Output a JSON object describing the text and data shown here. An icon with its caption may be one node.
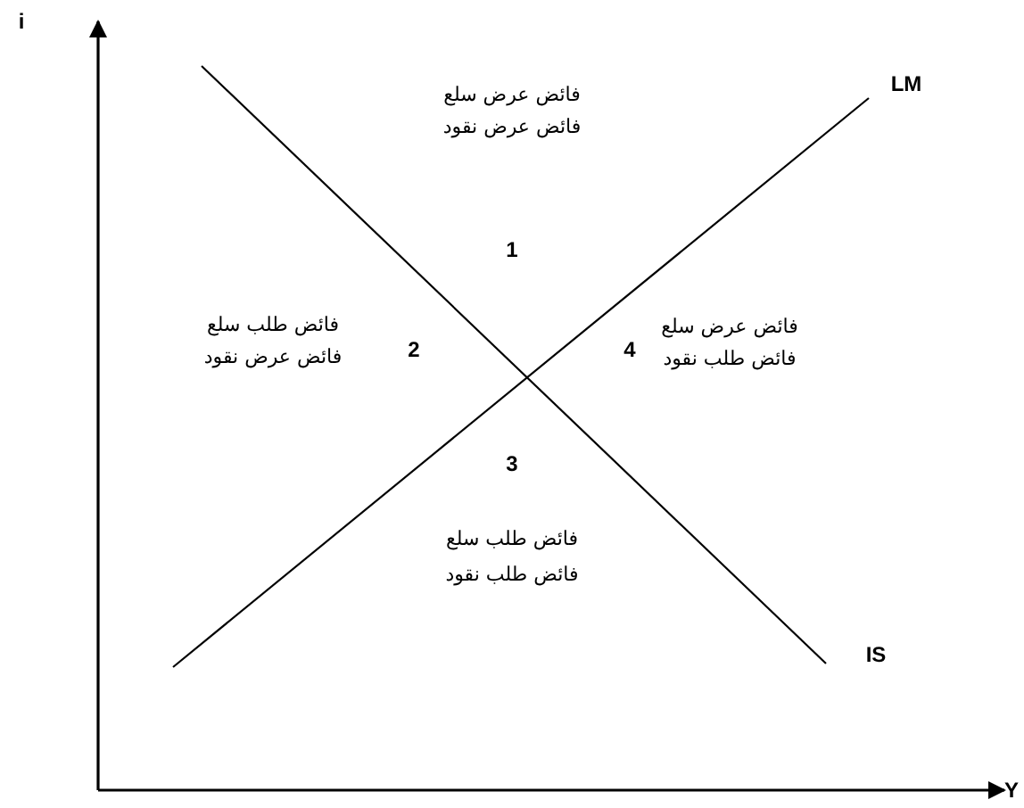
{
  "diagram": {
    "labels": [
      "i",
      "فائض عرض سلع",
      "فائض عرض نقود",
      "LM",
      "1",
      "فائض طلب سلع",
      "فائض عرض نقود",
      "2",
      "4",
      "فائض عرض سلع",
      "فائض طلب نقود",
      "3",
      "فائض طلب سلع",
      "فائض طلب نقود",
      "IS",
      "Y"
    ]
  }
}
